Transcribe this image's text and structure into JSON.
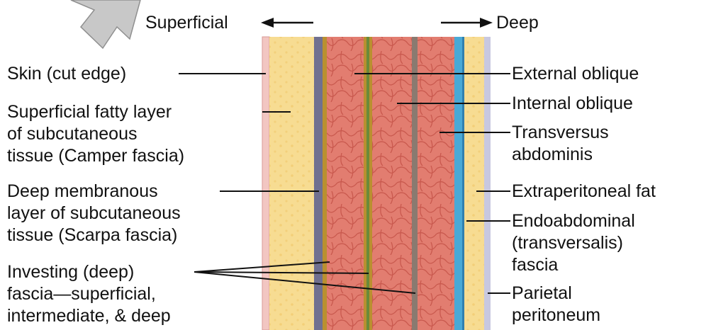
{
  "header": {
    "superficial": "Superficial",
    "deep": "Deep"
  },
  "left_labels": {
    "skin": "Skin (cut edge)",
    "fatty": [
      "Superficial fatty layer",
      "of subcutaneous",
      "tissue (Camper fascia)"
    ],
    "membranous": [
      "Deep membranous",
      "layer of subcutaneous",
      "tissue (Scarpa fascia)"
    ],
    "investing": [
      "Investing (deep)",
      "fascia—superficial,",
      "intermediate, & deep"
    ]
  },
  "right_labels": {
    "external_oblique": "External oblique",
    "internal_oblique": "Internal oblique",
    "transversus": [
      "Transversus",
      "abdominis"
    ],
    "extraperitoneal_fat": "Extraperitoneal fat",
    "endoabdominal": [
      "Endoabdominal",
      "(transversalis)",
      "fascia"
    ],
    "parietal_peritoneum": [
      "Parietal",
      "peritoneum"
    ]
  },
  "colors": {
    "skin": "#f2c6c2",
    "fat": "#f7dc92",
    "membranous": "#707090",
    "muscle": "#e07a6e",
    "fascia_band": "#b99030",
    "transversalis": "#49a9d6",
    "peritoneum": "#c8c8e0",
    "arrow": "#c8c8c8"
  }
}
